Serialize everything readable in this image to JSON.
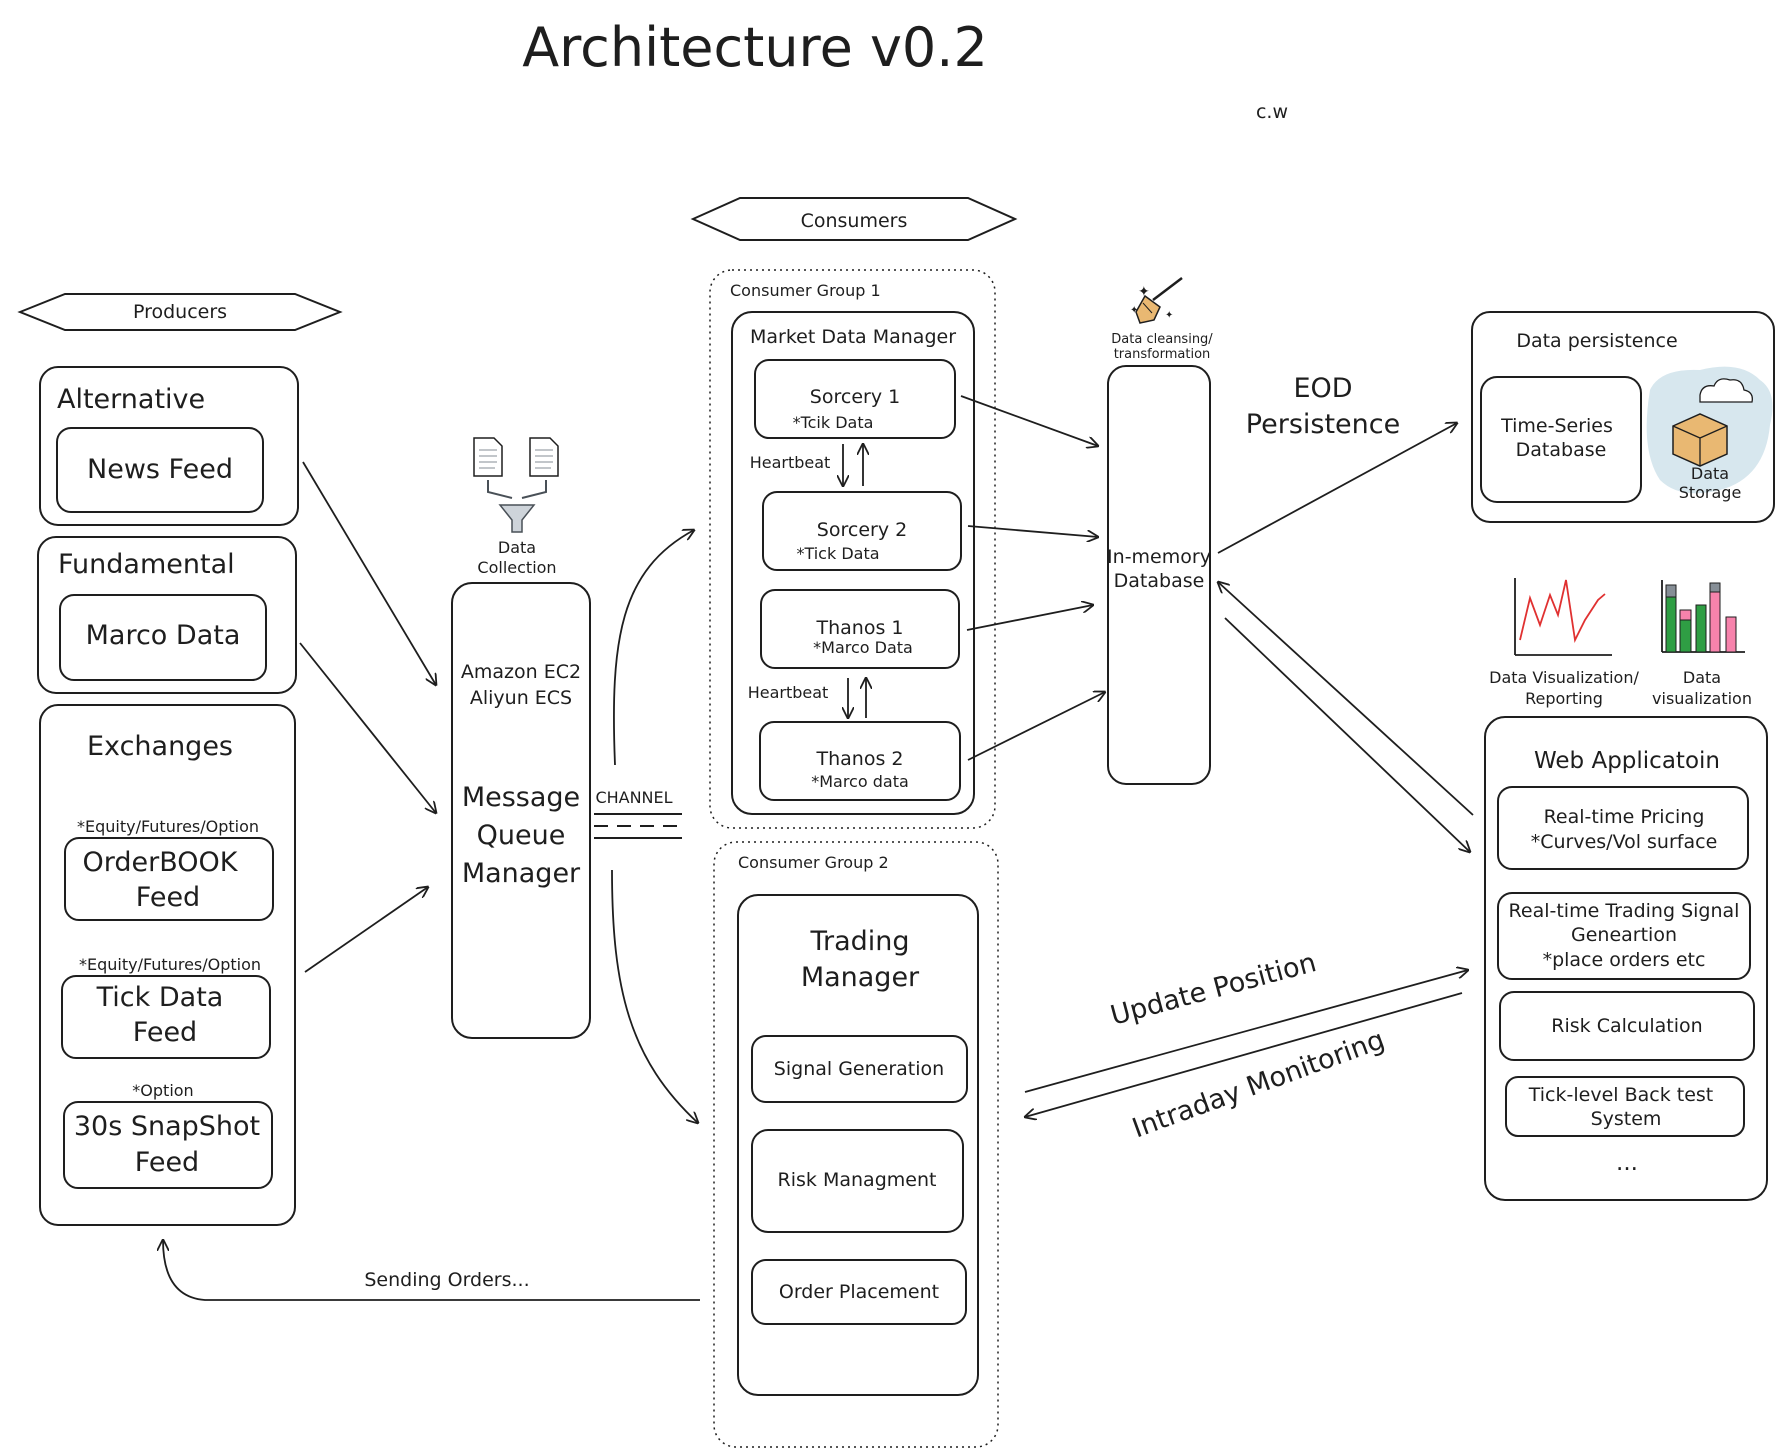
{
  "title": "Architecture v0.2",
  "author": "c.w",
  "producers": {
    "header": "Producers",
    "alternative": {
      "label": "Alternative",
      "item": "News Feed"
    },
    "fundamental": {
      "label": "Fundamental",
      "item": "Marco Data"
    },
    "exchanges": {
      "label": "Exchanges",
      "orderbook": {
        "note": "*Equity/Futures/Option",
        "line1": "OrderBOOK",
        "line2": "Feed"
      },
      "tick": {
        "note": "*Equity/Futures/Option",
        "line1": "Tick Data",
        "line2": "Feed"
      },
      "snapshot": {
        "note": "*Option",
        "line1": "30s SnapShot",
        "line2": "Feed"
      }
    }
  },
  "collection": {
    "label_line1": "Data",
    "label_line2": "Collection",
    "hosts_line1": "Amazon EC2",
    "hosts_line2": "Aliyun ECS",
    "mq_line1": "Message",
    "mq_line2": "Queue",
    "mq_line3": "Manager",
    "channel": "CHANNEL"
  },
  "consumers": {
    "header": "Consumers",
    "group1": {
      "label": "Consumer Group 1",
      "manager": "Market Data Manager",
      "sorcery1": {
        "name": "Sorcery 1",
        "note": "*Tcik Data"
      },
      "sorcery2": {
        "name": "Sorcery 2",
        "note": "*Tick Data"
      },
      "thanos1": {
        "name": "Thanos 1",
        "note": "*Marco Data"
      },
      "thanos2": {
        "name": "Thanos 2",
        "note": "*Marco data"
      },
      "heartbeat1": "Heartbeat",
      "heartbeat2": "Heartbeat"
    },
    "group2": {
      "label": "Consumer Group 2",
      "manager_line1": "Trading",
      "manager_line2": "Manager",
      "signal": "Signal Generation",
      "risk": "Risk Managment",
      "order": "Order Placement"
    }
  },
  "cleansing": {
    "label_line1": "Data cleansing/",
    "label_line2": "transformation",
    "db_line1": "In-memory",
    "db_line2": "Database"
  },
  "persistence": {
    "eod_line1": "EOD",
    "eod_line2": "Persistence",
    "header": "Data persistence",
    "tsdb_line1": "Time-Series",
    "tsdb_line2": "Database",
    "storage_line1": "Data",
    "storage_line2": "Storage"
  },
  "visuals": {
    "reporting_line1": "Data Visualization/",
    "reporting_line2": "Reporting",
    "viz_line1": "Data",
    "viz_line2": "visualization"
  },
  "webapp": {
    "header": "Web Applicatoin",
    "pricing_line1": "Real-time Pricing",
    "pricing_line2": "*Curves/Vol surface",
    "signal_line1": "Real-time Trading Signal",
    "signal_line2": "Geneartion",
    "signal_line3": "*place orders etc",
    "risk": "Risk Calculation",
    "backtest_line1": "Tick-level Back test",
    "backtest_line2": "System",
    "more": "..."
  },
  "flows": {
    "update_position": "Update Position",
    "intraday_monitoring": "Intraday Monitoring",
    "sending_orders": "Sending Orders..."
  },
  "colors": {
    "stroke": "#1e1e1e",
    "cloud_fill": "#d7e7ee",
    "chart_red": "#e03131",
    "bar_green": "#2f9e44",
    "bar_pink": "#f783ac",
    "bar_gray": "#868e96",
    "box_tan": "#e9b872"
  },
  "icons": [
    "broom-icon",
    "documents-icon",
    "funnel-icon",
    "package-cloud-icon",
    "line-chart-icon",
    "bar-chart-icon"
  ]
}
